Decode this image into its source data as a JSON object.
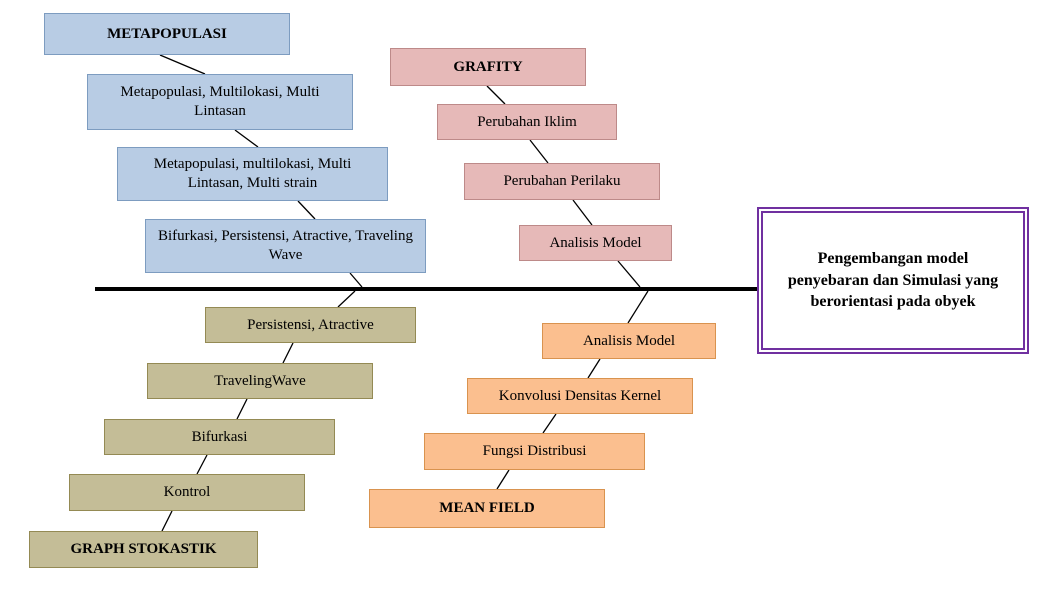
{
  "diagram": {
    "effect": {
      "label": "Pengembangan model penyebaran dan Simulasi yang berorientasi pada obyek"
    },
    "metapopulasi": {
      "header": "METAPOPULASI",
      "items": [
        "Metapopulasi, Multilokasi, Multi Lintasan",
        "Metapopulasi, multilokasi, Multi Lintasan, Multi strain",
        "Bifurkasi, Persistensi, Atractive, Traveling Wave"
      ]
    },
    "grafity": {
      "header": "GRAFITY",
      "items": [
        "Perubahan Iklim",
        "Perubahan Perilaku",
        "Analisis Model"
      ]
    },
    "graph_stokastik": {
      "header": "GRAPH STOKASTIK",
      "items": [
        "Persistensi, Atractive",
        "TravelingWave",
        "Bifurkasi",
        "Kontrol"
      ]
    },
    "mean_field": {
      "header": "MEAN FIELD",
      "items": [
        "Analisis Model",
        "Konvolusi Densitas Kernel",
        "Fungsi Distribusi"
      ]
    },
    "colors": {
      "metapopulasi_fill": "#b8cce4",
      "grafity_fill": "#e6b9b8",
      "graph_stokastik_fill": "#c4bd97",
      "mean_field_fill": "#fbbf8f",
      "effect_border": "#7030a0",
      "spine": "#000000"
    }
  }
}
